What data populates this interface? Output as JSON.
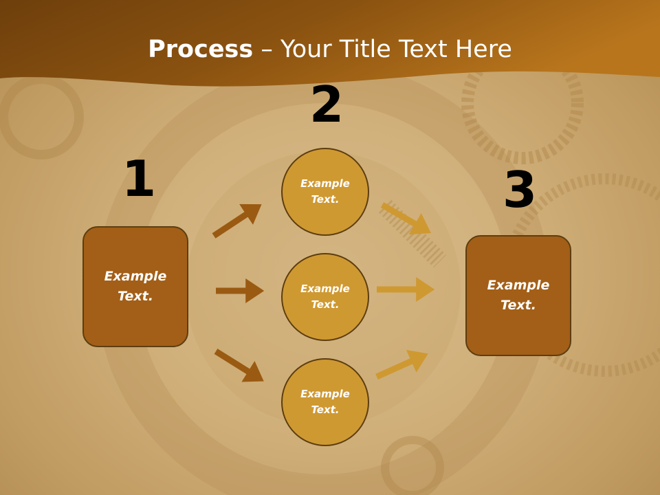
{
  "slide": {
    "title_bold": "Process",
    "title_rest": " – Your Title Text Here",
    "step_numbers": [
      "1",
      "2",
      "3"
    ],
    "left_box": "Example\nText.",
    "right_box": "Example\nText.",
    "circles": [
      "Example\nText.",
      "Example\nText.",
      "Example\nText."
    ],
    "colors": {
      "header_band": "#8a5210",
      "box_fill": "#a35f17",
      "circle_fill": "#cf9932",
      "outline": "#5c3d10",
      "arrow_dark": "#9a5a12",
      "arrow_light": "#cf9932"
    },
    "icons": [
      "arrow-icon",
      "gear-icon"
    ]
  }
}
